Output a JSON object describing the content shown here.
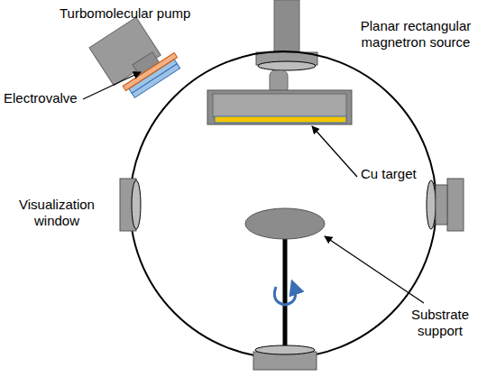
{
  "diagram": {
    "labels": [
      "Turbomolecular pump",
      "Electrovalve",
      "Planar rectangular magnetron source",
      "Cu target",
      "Visualization window",
      "Substrate support"
    ]
  }
}
